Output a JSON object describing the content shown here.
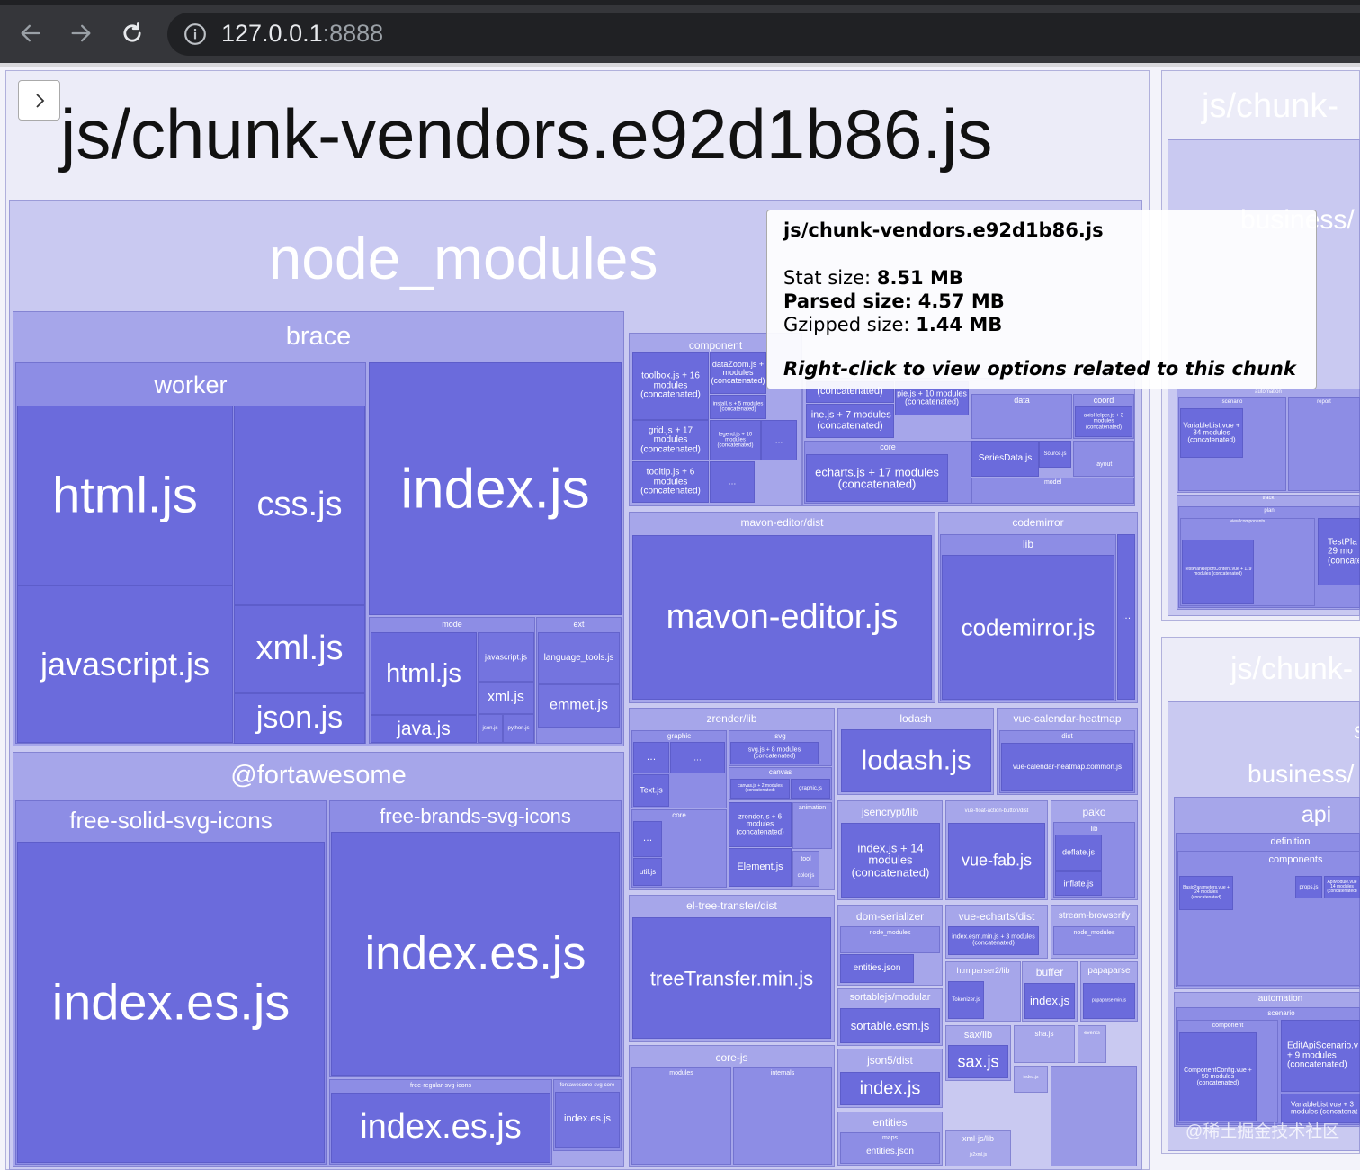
{
  "browser": {
    "url_host": "127.0.0.1",
    "url_port": ":8888"
  },
  "treemap": {
    "main_chunk": "js/chunk-vendors.e92d1b86.js",
    "node_modules": "node_modules",
    "brace": "brace",
    "worker": "worker",
    "html_js": "html.js",
    "css_js": "css.js",
    "javascript_js": "javascript.js",
    "xml_js": "xml.js",
    "json_js": "json.js",
    "index_js": "index.js",
    "mode": "mode",
    "ext": "ext",
    "mode_html_js": "html.js",
    "java_js": "java.js",
    "mode_javascript_js": "javascript.js",
    "mode_xml_js": "xml.js",
    "json_small": "json.js",
    "python_js": "python.js",
    "language_tools_js": "language_tools.js",
    "emmet_js": "emmet.js",
    "fortawesome": "@fortawesome",
    "free_solid": "free-solid-svg-icons",
    "free_solid_index": "index.es.js",
    "free_brands": "free-brands-svg-icons",
    "free_brands_index": "index.es.js",
    "free_regular": "free-regular-svg-icons",
    "free_regular_index": "index.es.js",
    "fortawesome_core": "fontawesome-svg-core",
    "fortawesome_core_index": "index.es.js",
    "component": "component",
    "toolbox": "toolbox.js + 16 modules (concatenated)",
    "datazoom": "dataZoom.js + modules (concatenated)",
    "install_js": "install.js + 5 modules (concatenated)",
    "grid_js": "grid.js + 17 modules (concatenated)",
    "legend_js": "legend.js + 10 modules (concatenated)",
    "tooltip_js": "tooltip.js + 6 modules (concatenated)",
    "line_js": "line.js + 7 modules (concatenated)",
    "pie_js": "pie.js + 10 modules (concatenated)",
    "concat_partial": "(concatenated)",
    "data": "data",
    "coord": "coord",
    "axishelper": "axisHelper.js + 3 modules (concatenated)",
    "core": "core",
    "echarts_js": "echarts.js + 17 modules (concatenated)",
    "seriesdata": "SeriesData.js",
    "source_js": "Source.js",
    "layout": "layout",
    "model": "model",
    "mavon_dir": "mavon-editor/dist",
    "mavon_js": "mavon-editor.js",
    "codemirror": "codemirror",
    "lib": "lib",
    "codemirror_js": "codemirror.js",
    "zrender": "zrender/lib",
    "graphic": "graphic",
    "svg": "svg",
    "svg_js": "svg.js + 8 modules (concatenated)",
    "canvas": "canvas",
    "canvas_js": "canvas.js + 2 modules (concatenated)",
    "graphic_js": "graphic.js",
    "text_js": "Text.js",
    "zr_core": "core",
    "zrender_js": "zrender.js + 6 modules (concatenated)",
    "animation": "animation",
    "tool": "tool",
    "util_js": "util.js",
    "element_js": "Element.js",
    "color_js": "color.js",
    "lodash": "lodash",
    "lodash_js": "lodash.js",
    "heatmap": "vue-calendar-heatmap",
    "dist": "dist",
    "heatmap_js": "vue-calendar-heatmap.common.js",
    "jsencrypt": "jsencrypt/lib",
    "jsencrypt_index": "index.js + 14 modules (concatenated)",
    "vuefab_dir": "vue-float-action-button/dist",
    "vuefab_js": "vue-fab.js",
    "pako": "pako",
    "pako_lib": "lib",
    "deflate_js": "deflate.js",
    "inflate_js": "inflate.js",
    "eltree": "el-tree-transfer/dist",
    "treetransfer": "treeTransfer.min.js",
    "domser": "dom-serializer",
    "domser_nm": "node_modules",
    "entities_json": "entities.json",
    "vueecharts": "vue-echarts/dist",
    "vueecharts_index": "index.esm.min.js + 3 modules (concatenated)",
    "stream_browserify": "stream-browserify",
    "sb_nm": "node_modules",
    "htmlparser": "htmlparser2/lib",
    "tokenizer": "Tokenizer.js",
    "buffer": "buffer",
    "buffer_index": "index.js",
    "papaparse": "papaparse",
    "papaparse_js": "papaparse.min.js",
    "sortable": "sortablejs/modular",
    "sortable_js": "sortable.esm.js",
    "saxlib": "sax/lib",
    "sax_js": "sax.js",
    "sha_js": "sha.js",
    "events": "events",
    "index_small": "index.js",
    "corejs": "core-js",
    "modules": "modules",
    "internals": "internals",
    "json5": "json5/dist",
    "json5_index": "index.js",
    "entities": "entities",
    "maps": "maps",
    "entities_json2": "entities.json",
    "xmljs": "xml-js/lib",
    "js2xml": "js2xml.js",
    "ellipsis": "…",
    "right_chunk1": "js/chunk-",
    "business": "business/",
    "automation": "automation",
    "scenario": "scenario",
    "report": "report",
    "variablelist": "VariableList.vue + 34 modules (concatenated)",
    "track": "track",
    "plan": "plan",
    "view_components": "view/components",
    "testplan_report": "TestPlanReportContent.vue + 119 modules (concatenated)",
    "testplan": "TestPla 29 mo (concate",
    "right_chunk2": "js/chunk-",
    "right_s": "s",
    "business2": "business/",
    "api": "api",
    "definition": "definition",
    "components": "components",
    "basicparams": "BasicParameters.vue + 24 modules (concatenated)",
    "props_js": "props.js",
    "apimodule": "ApiModule.vue 14 modules (concatenated)",
    "automation2": "automation",
    "scenario2": "scenario",
    "component2": "component",
    "componentconfig": "ComponentConfig.vue + 50 modules (concatenated)",
    "editapi": "EditApiScenario.v + 9 modules (concatenated)",
    "variablelist2": "VariableList.vue + 3 modules (concatenat"
  },
  "tooltip": {
    "title": "js/chunk-vendors.e92d1b86.js",
    "stat_label": "Stat size:",
    "stat_value": "8.51 MB",
    "parsed_label": "Parsed size:",
    "parsed_value": "4.57 MB",
    "gzip_label": "Gzipped size:",
    "gzip_value": "1.44 MB",
    "hint": "Right-click to view options related to this chunk"
  },
  "watermark": "@稀土掘金技术社区"
}
